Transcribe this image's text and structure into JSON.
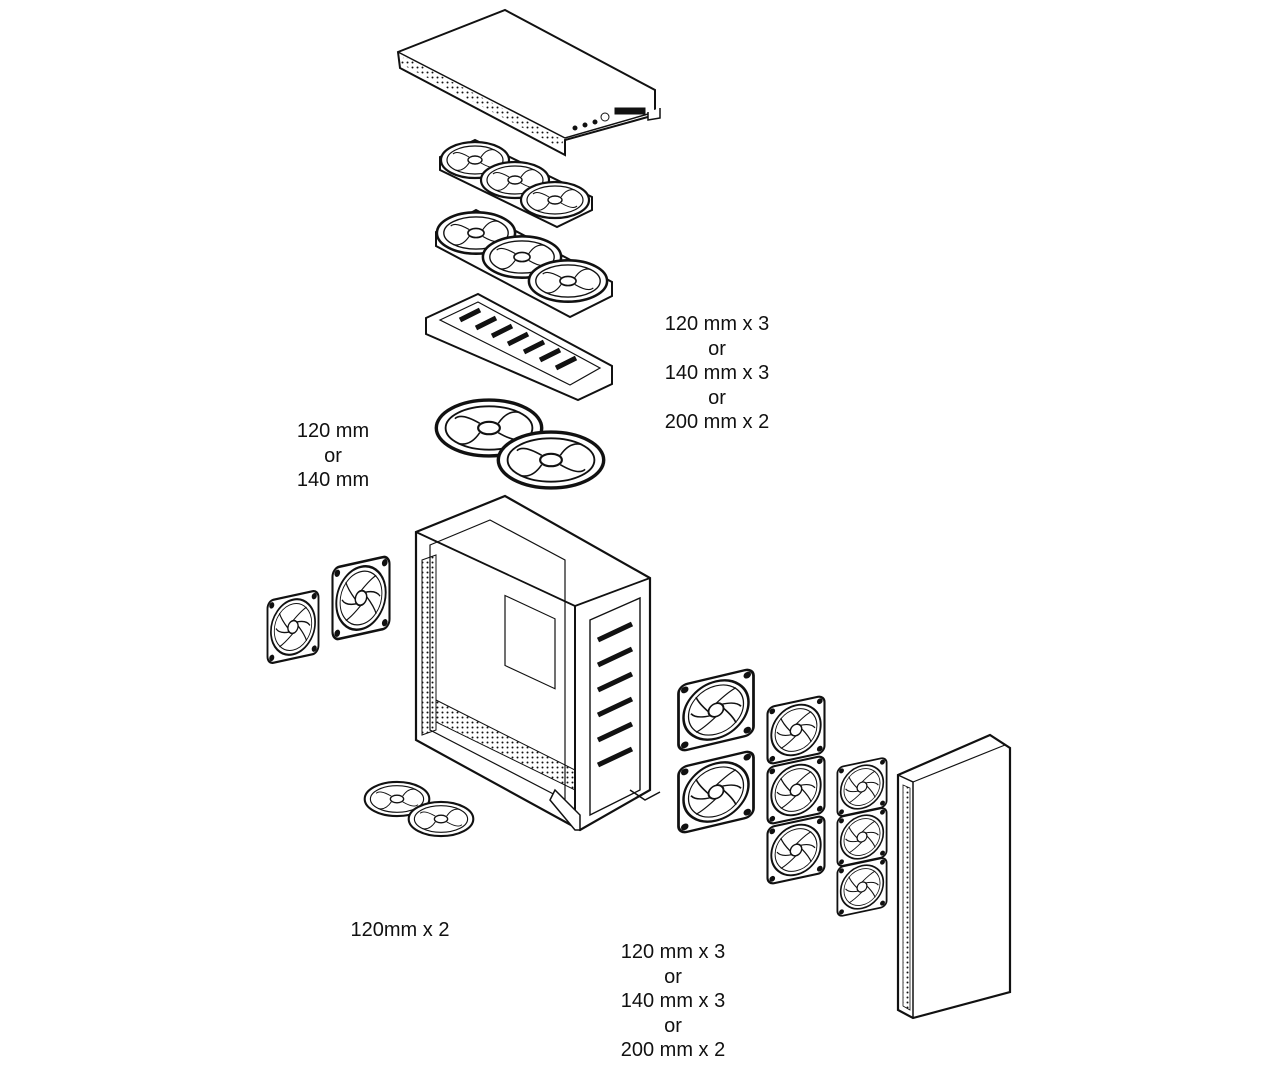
{
  "labels": {
    "top_fans": [
      "120 mm x 3",
      "or",
      "140 mm x 3",
      "or",
      "200 mm x 2"
    ],
    "rear_fan": [
      "120 mm",
      "or",
      "140 mm"
    ],
    "bottom_fans": [
      "120mm x 2"
    ],
    "front_fans": [
      "120 mm x 3",
      "or",
      "140 mm x 3",
      "or",
      "200 mm x 2"
    ]
  },
  "colors": {
    "line": "#111111",
    "background": "#ffffff"
  }
}
